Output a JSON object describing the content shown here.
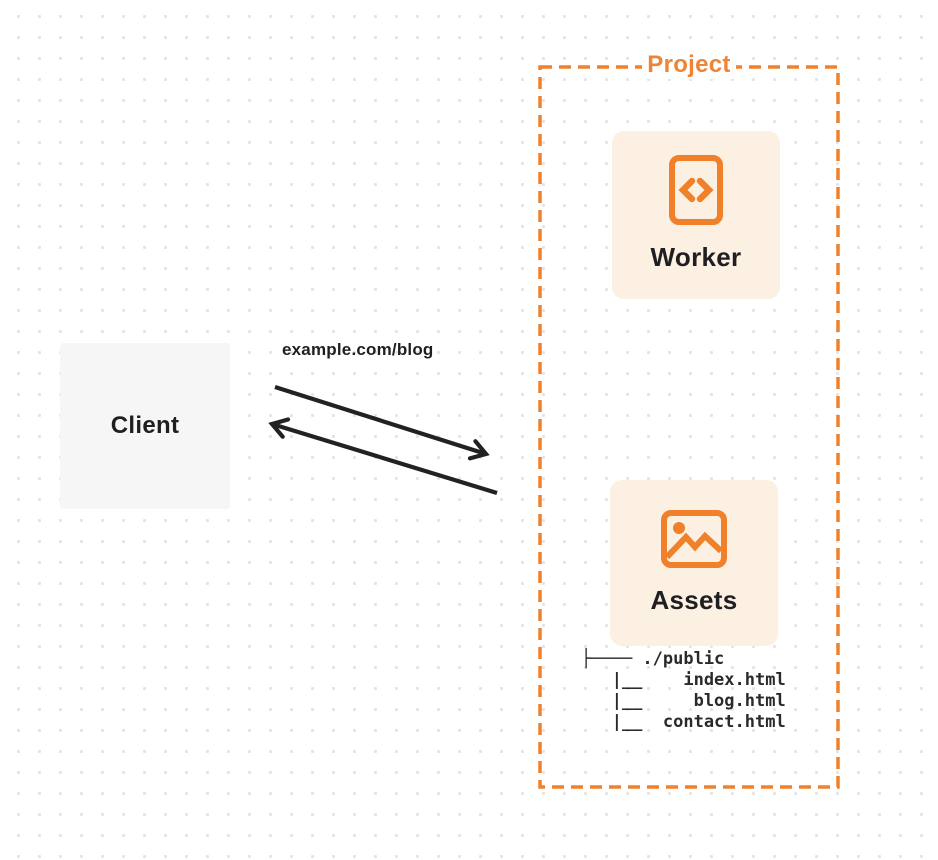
{
  "colors": {
    "accent": "#F0802A",
    "title_orange": "#EE8434",
    "card_bg": "#FCF0E3",
    "client_bg": "#F6F6F7",
    "ink": "#1F1F21",
    "arrow_ink": "#222222",
    "dot": "#E4E4E8"
  },
  "client": {
    "label": "Client"
  },
  "request": {
    "url_label": "example.com/blog"
  },
  "project": {
    "title": "Project",
    "worker": {
      "label": "Worker",
      "icon": "code-document-icon"
    },
    "assets": {
      "label": "Assets",
      "icon": "image-icon",
      "file_tree": [
        "├──── ./public",
        "   |__    index.html",
        "   |__     blog.html",
        "   |__  contact.html"
      ]
    }
  }
}
